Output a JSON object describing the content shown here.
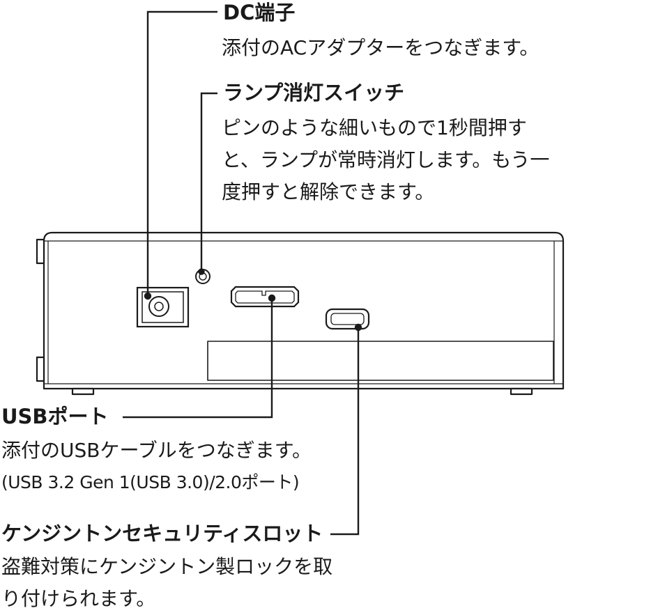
{
  "callouts": {
    "dc": {
      "title": "DC端子",
      "desc": [
        "添付のACアダプターをつなぎます。"
      ]
    },
    "lamp": {
      "title": "ランプ消灯スイッチ",
      "desc": [
        "ピンのような細いもので1秒間押す",
        "と、ランプが常時消灯します。もう一",
        "度押すと解除できます。"
      ]
    },
    "usb": {
      "title": "USBポート",
      "desc": [
        "添付のUSBケーブルをつなぎます。"
      ],
      "note": "(USB 3.2 Gen 1(USB 3.0)/2.0ポート)"
    },
    "kensington": {
      "title": "ケンジントンセキュリティスロット",
      "desc": [
        "盗難対策にケンジントン製ロックを取",
        "り付けられます。"
      ]
    }
  }
}
